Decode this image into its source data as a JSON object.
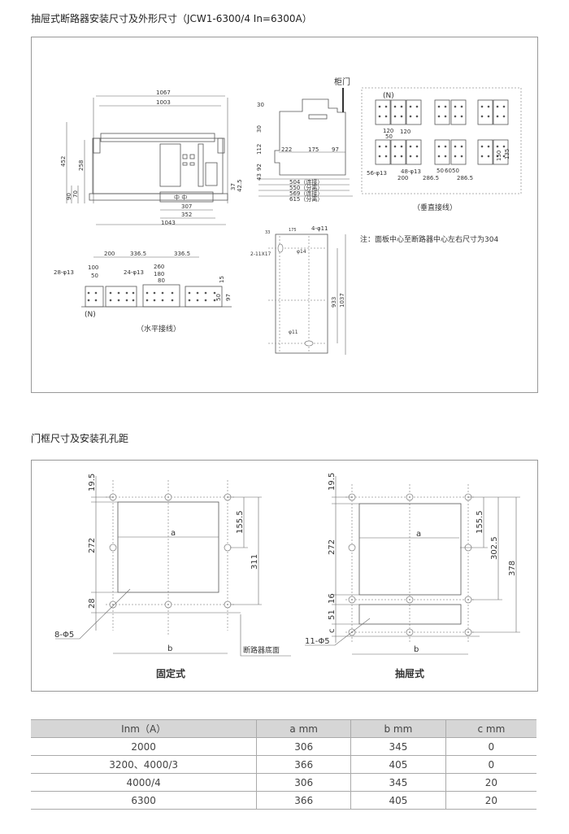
{
  "section1": {
    "title": "抽屉式断路器安装尺寸及外形尺寸（JCW1-6300/4  In=6300A）",
    "front_view": {
      "dims": [
        "1067",
        "1003",
        "452",
        "258",
        "90",
        "70",
        "37",
        "42.5",
        "307",
        "352",
        "1043"
      ],
      "center_mark": "中 中"
    },
    "side_view": {
      "door_label": "柜门",
      "dims": [
        "30",
        "30",
        "112",
        "92",
        "43",
        "222",
        "175",
        "97"
      ],
      "lengths": [
        "504（连接）",
        "550（分离）",
        "569（连接）",
        "615（分离）"
      ]
    },
    "vertical_wiring": {
      "n_label": "(N)",
      "dims": [
        "120",
        "50",
        "120",
        "56-φ13",
        "48-φ13",
        "200",
        "286.5",
        "50",
        "60",
        "50",
        "286.5",
        "150",
        "135"
      ],
      "caption": "（垂直接线）"
    },
    "note": "注：面板中心至断路器中心左右尺寸为304",
    "horizontal_wiring": {
      "dims": [
        "200",
        "336.5",
        "336.5",
        "28-φ13",
        "100",
        "50",
        "24-φ13",
        "260",
        "180",
        "80",
        "15",
        "50",
        "97"
      ],
      "n_label": "(N)",
      "caption": "（水平接线）"
    },
    "mounting_plate": {
      "dims": [
        "33",
        "175",
        "4-φ11",
        "2-11X17",
        "φ14",
        "933",
        "1037",
        "φ11"
      ]
    }
  },
  "section2": {
    "title": "门框尺寸及安装孔孔距",
    "fixed": {
      "dims": [
        "19.5",
        "272",
        "28",
        "155.5",
        "311"
      ],
      "a": "a",
      "b": "b",
      "holes": "8-Φ5",
      "bottom_label": "断路器底面",
      "caption": "固定式"
    },
    "drawout": {
      "dims": [
        "19.5",
        "272",
        "16",
        "51",
        "c",
        "155.5",
        "302.5",
        "378"
      ],
      "a": "a",
      "b": "b",
      "holes": "11-Φ5",
      "caption": "抽屉式"
    }
  },
  "table": {
    "headers": [
      "Inm（A）",
      "a mm",
      "b mm",
      "c mm"
    ],
    "rows": [
      [
        "2000",
        "306",
        "345",
        "0"
      ],
      [
        "3200、4000/3",
        "366",
        "405",
        "0"
      ],
      [
        "4000/4",
        "306",
        "345",
        "20"
      ],
      [
        "6300",
        "366",
        "405",
        "20"
      ]
    ]
  }
}
